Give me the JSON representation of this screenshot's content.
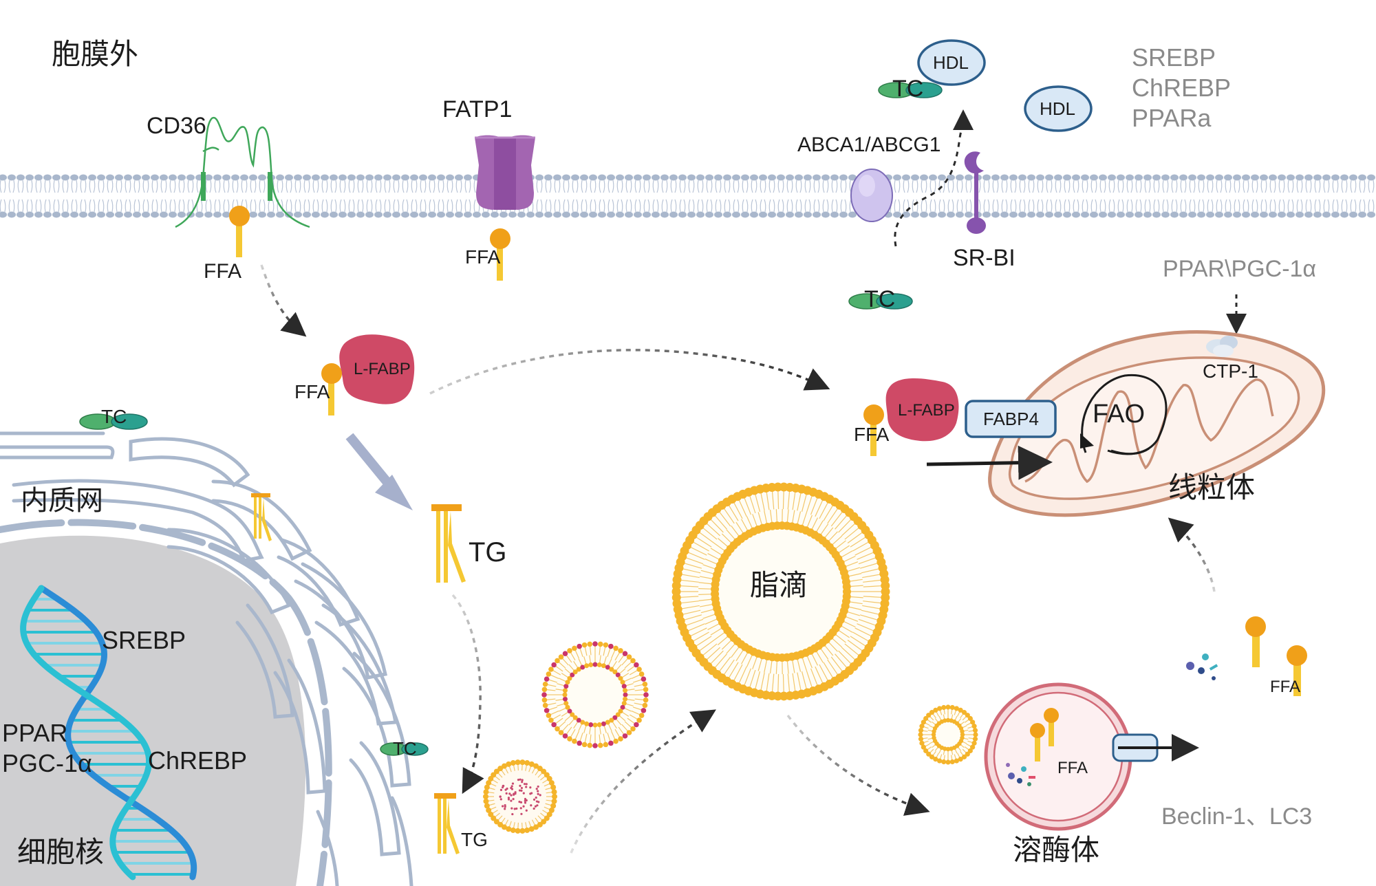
{
  "regions": {
    "extracellular": "胞膜外",
    "er": "内质网",
    "nucleus": "细胞核",
    "mitochondrion": "线粒体",
    "lipid_droplet": "脂滴",
    "lysosome": "溶酶体"
  },
  "membrane_proteins": {
    "cd36": "CD36",
    "fatp1": "FATP1",
    "abca1_abcg1": "ABCA1/ABCG1",
    "srbi": "SR-BI"
  },
  "molecules": {
    "hdl": "HDL",
    "tc": "TC",
    "ffa": "FFA",
    "tg": "TG",
    "lfabp": "L-FABP",
    "fabp4": "FABP4",
    "fao": "FAO",
    "ctp1": "CTP-1"
  },
  "regulators": {
    "top_right": [
      "SREBP",
      "ChREBP",
      "PPARa"
    ],
    "mito": "PPAR\\PGC-1α",
    "autophagy": "Beclin-1、LC3",
    "nucleus_srebp": "SREBP",
    "nucleus_ppar": "PPAR",
    "nucleus_pgc": "PGC-1α",
    "nucleus_chrebp": "ChREBP"
  },
  "colors": {
    "membrane_head": "#a9b7cc",
    "protein_green": "#3fa75a",
    "fatp1_purple": "#a365b1",
    "lfabp_red": "#cf4a66",
    "hdl_fill": "#d9e8f6",
    "hdl_stroke": "#2d5f8c",
    "ffa_orange": "#f0a019",
    "ffa_yellow": "#f5c833",
    "tc_green": "#4fb06d",
    "tc_teal": "#2ba08f",
    "er_stroke": "#a9b7cc",
    "nucleus_grey": "#cfcfd1",
    "mito_fill": "#fbece4",
    "mito_stroke": "#c98f76",
    "lyso_fill": "#f6dadd",
    "lyso_stroke": "#d16b78",
    "droplet_orange": "#f4b42b",
    "dna_blue": "#2b8cd6",
    "dna_cyan": "#2bc0d3",
    "arrow_dark": "#2a2a2a",
    "grey_text": "#8a8a8a"
  }
}
